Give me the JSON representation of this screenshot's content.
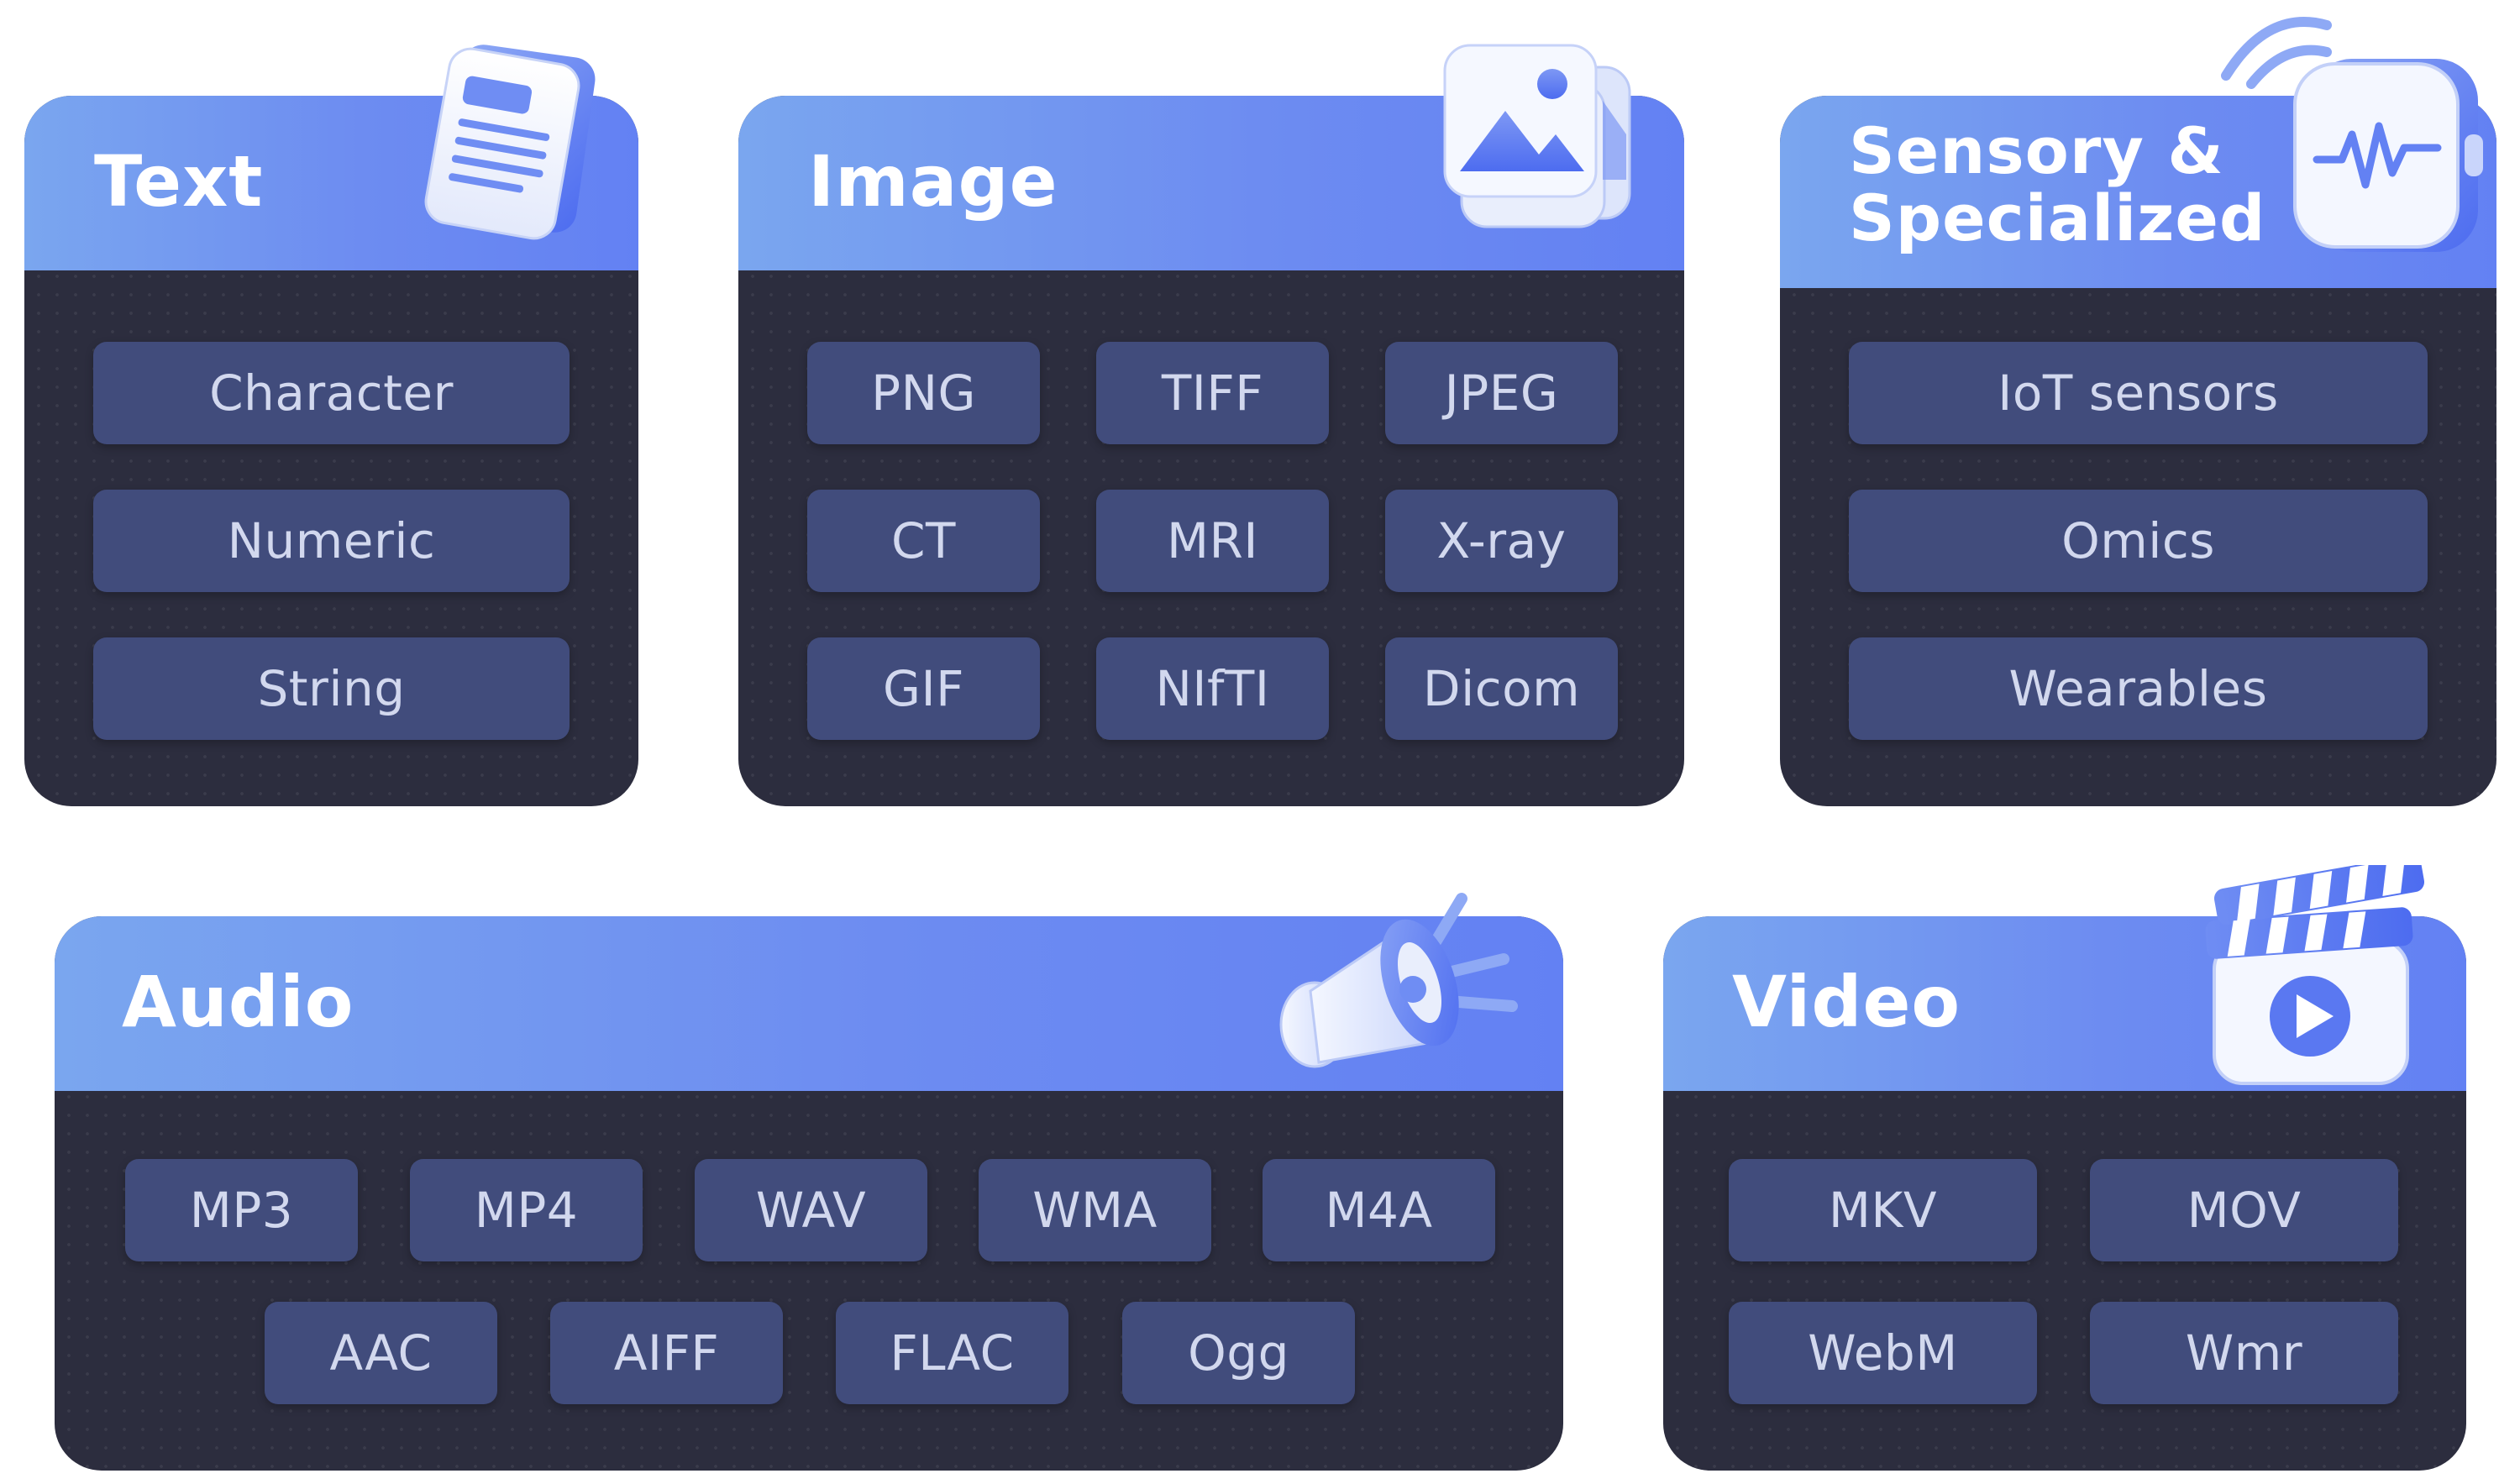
{
  "cards": {
    "text": {
      "title": "Text",
      "items": [
        "Character",
        "Numeric",
        "String"
      ]
    },
    "image": {
      "title": "Image",
      "items": [
        "PNG",
        "TIFF",
        "JPEG",
        "CT",
        "MRI",
        "X-ray",
        "GIF",
        "NIfTI",
        "Dicom"
      ]
    },
    "sensor": {
      "title_line1": "Sensory &",
      "title_line2": "Specialized",
      "items": [
        "IoT sensors",
        "Omics",
        "Wearables"
      ]
    },
    "audio": {
      "title": "Audio",
      "items": [
        "MP3",
        "MP4",
        "WAV",
        "WMA",
        "M4A",
        "AAC",
        "AIFF",
        "FLAC",
        "Ogg"
      ]
    },
    "video": {
      "title": "Video",
      "items": [
        "MKV",
        "MOV",
        "WebM",
        "Wmr"
      ]
    }
  },
  "icons": {
    "text": "document-icon",
    "image": "image-gallery-icon",
    "sensor": "smartwatch-wave-icon",
    "audio": "megaphone-icon",
    "video": "clapperboard-play-icon"
  },
  "colors": {
    "header_start": "#7aa6ef",
    "header_end": "#6381f3",
    "body": "#2c2d3e",
    "chip": "#414c7c",
    "chip_text": "#d2d8ee",
    "title_text": "#ffffff"
  }
}
